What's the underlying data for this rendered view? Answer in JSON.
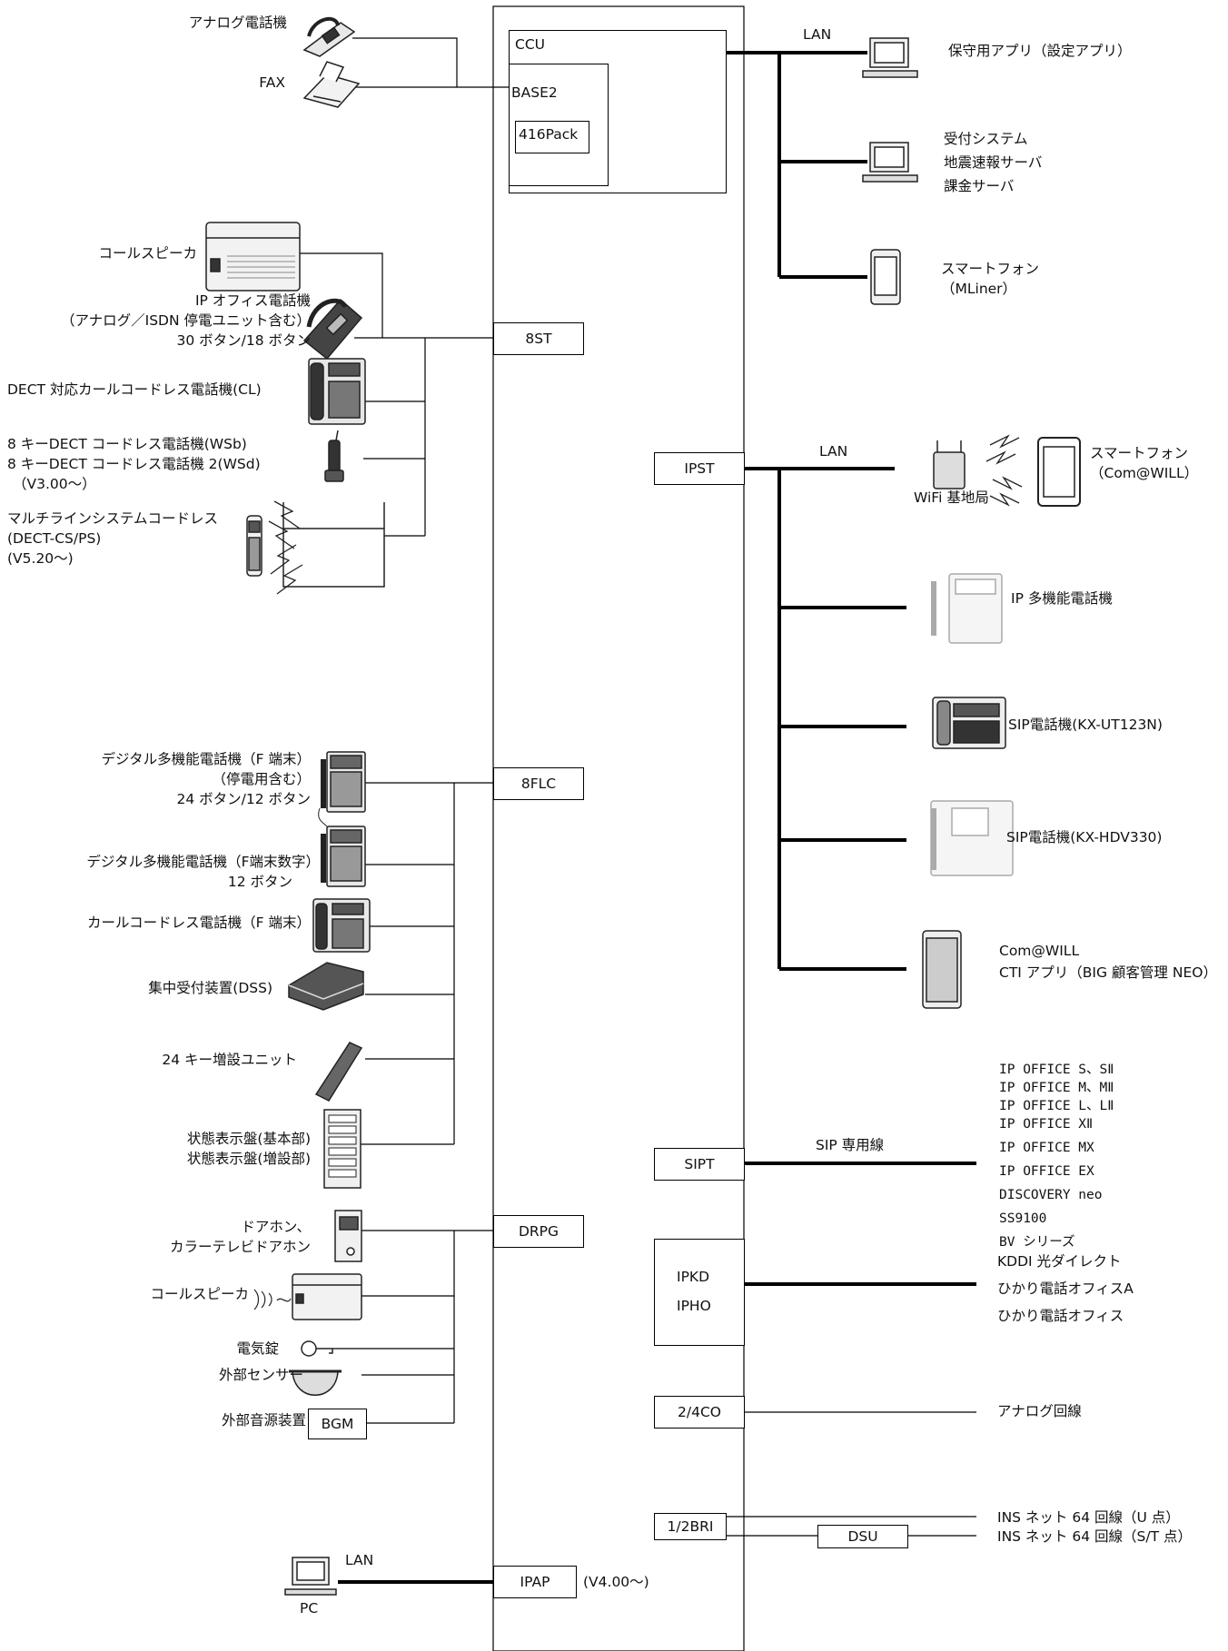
{
  "ccu": {
    "label": "CCU",
    "base_label": "BASE2",
    "pack_label": "416Pack"
  },
  "left": {
    "analog_phone": "アナログ電話機",
    "fax": "FAX",
    "call_speaker": "コールスピーカ",
    "ip_office_phone": [
      "IP オフィス電話機",
      "（アナログ／ISDN 停電ユニット含む）",
      "30 ボタン/18 ボタン"
    ],
    "dect_cordless": "DECT 対応カールコードレス電話機(CL)",
    "dect_8key": [
      "8 キーDECT コードレス電話機(WSb)",
      "8 キーDECT コードレス電話機 2(WSd)",
      "（V3.00～）"
    ],
    "multiline_cordless": [
      "マルチラインシステムコードレス",
      "(DECT-CS/PS)",
      "(V5.20～)"
    ],
    "digital_phone_f": [
      "デジタル多機能電話機（F 端末）",
      "（停電用含む）",
      "24 ボタン/12 ボタン"
    ],
    "digital_phone_f_num": [
      "デジタル多機能電話機（F端末数字）",
      "12 ボタン"
    ],
    "curl_cordless_f": "カールコードレス電話機（F 端末）",
    "dss": "集中受付装置(DSS)",
    "key24_unit": "24 キー増設ユニット",
    "status_panel": [
      "状態表示盤(基本部)",
      "状態表示盤(増設部)"
    ],
    "doorphone": [
      "ドアホン、",
      "カラーテレビドアホン"
    ],
    "call_speaker2": "コールスピーカ",
    "electric_lock": "電気錠",
    "external_sensor": "外部センサー",
    "external_audio": "外部音源装置",
    "bgm": "BGM",
    "lan_pc": "LAN",
    "pc": "PC"
  },
  "modules": {
    "st8": "8ST",
    "flc8": "8FLC",
    "drpg": "DRPG",
    "ipap": "IPAP",
    "ipap_note": "(V4.00～)",
    "ipst": "IPST",
    "sipt": "SIPT",
    "ipkd": "IPKD",
    "ipho": "IPHO",
    "co24": "2/4CO",
    "bri12": "1/2BRI",
    "dsu": "DSU"
  },
  "right": {
    "lan_top": "LAN",
    "maint_app": "保守用アプリ（設定アプリ）",
    "servers": [
      "受付システム",
      "地震速報サーバ",
      "課金サーバ"
    ],
    "smartphone_mliner": [
      "スマートフォン",
      "（MLiner）"
    ],
    "lan_ipst": "LAN",
    "wifi_base": "WiFi 基地局",
    "smartphone_comwill": [
      "スマートフォン",
      "（Com@WILL）"
    ],
    "ip_multi_phone": "IP 多機能電話機",
    "sip_ut123n": "SIP電話機(KX-UT123N)",
    "sip_hdv330": "SIP電話機(KX-HDV330)",
    "comwill_cti": [
      "Com@WILL",
      "CTI アプリ（BIG 顧客管理 NEO）"
    ],
    "sip_line": "SIP 専用線",
    "sip_peers": [
      "IP OFFICE  S、SⅡ",
      "IP OFFICE  M、MⅡ",
      "IP OFFICE  L、LⅡ",
      "IP OFFICE  XⅡ",
      "IP OFFICE MX",
      "IP OFFICE EX",
      "DISCOVERY neo",
      "SS9100",
      "BV シリーズ"
    ],
    "optical_lines": [
      "KDDI 光ダイレクト",
      "ひかり電話オフィスA",
      "ひかり電話オフィス"
    ],
    "analog_line": "アナログ回線",
    "ins_u": "INS ネット 64 回線（U 点）",
    "ins_st": "INS ネット 64 回線（S/T 点）"
  }
}
